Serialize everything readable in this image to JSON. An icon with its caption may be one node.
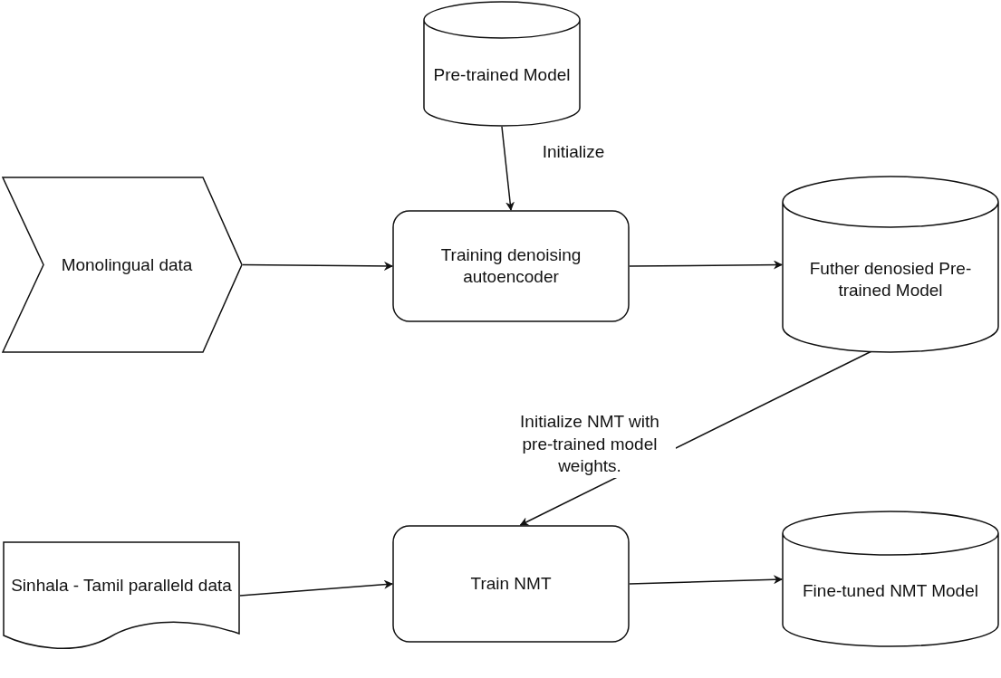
{
  "diagram": {
    "nodes": [
      {
        "text": [
          "Pre-trained Model"
        ]
      },
      {
        "text": [
          "Monolingual data"
        ]
      },
      {
        "text": [
          "Training denoising autoencoder"
        ]
      },
      {
        "text": [
          "Futher denosied Pre-trained Model"
        ]
      },
      {
        "text": [
          "Sinhala - Tamil paralleld data"
        ]
      },
      {
        "text": [
          "Train NMT"
        ]
      },
      {
        "text": [
          "Fine-tuned NMT Model"
        ]
      }
    ],
    "edges": [
      {
        "from": 0,
        "to": 2,
        "arrow": "to",
        "label": "Initialize"
      },
      {
        "from": 1,
        "to": 2,
        "arrow": "to"
      },
      {
        "from": 2,
        "to": 3,
        "arrow": "to"
      },
      {
        "from": 3,
        "to": 5,
        "arrow": "to",
        "label": "Initialize NMT with pre-trained model weights."
      },
      {
        "from": 4,
        "to": 5,
        "arrow": "to"
      },
      {
        "from": 5,
        "to": 6,
        "arrow": "to"
      }
    ]
  }
}
